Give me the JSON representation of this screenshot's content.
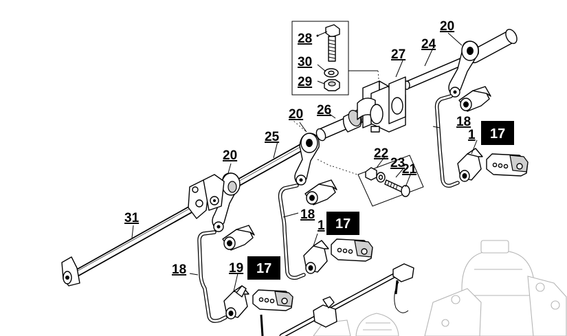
{
  "callouts": {
    "c17a": "17",
    "c17b": "17",
    "c17c": "17",
    "c18a": "18",
    "c18b": "18",
    "c18c": "18",
    "c19a": "19",
    "c19b": "1",
    "c19c": "1",
    "c20a": "20",
    "c20b": "20",
    "c20c": "20",
    "c21": "21",
    "c22": "22",
    "c23": "23",
    "c24": "24",
    "c25": "25",
    "c26": "26",
    "c27": "27",
    "c28": "28",
    "c29": "29",
    "c30": "30",
    "c31": "31"
  }
}
